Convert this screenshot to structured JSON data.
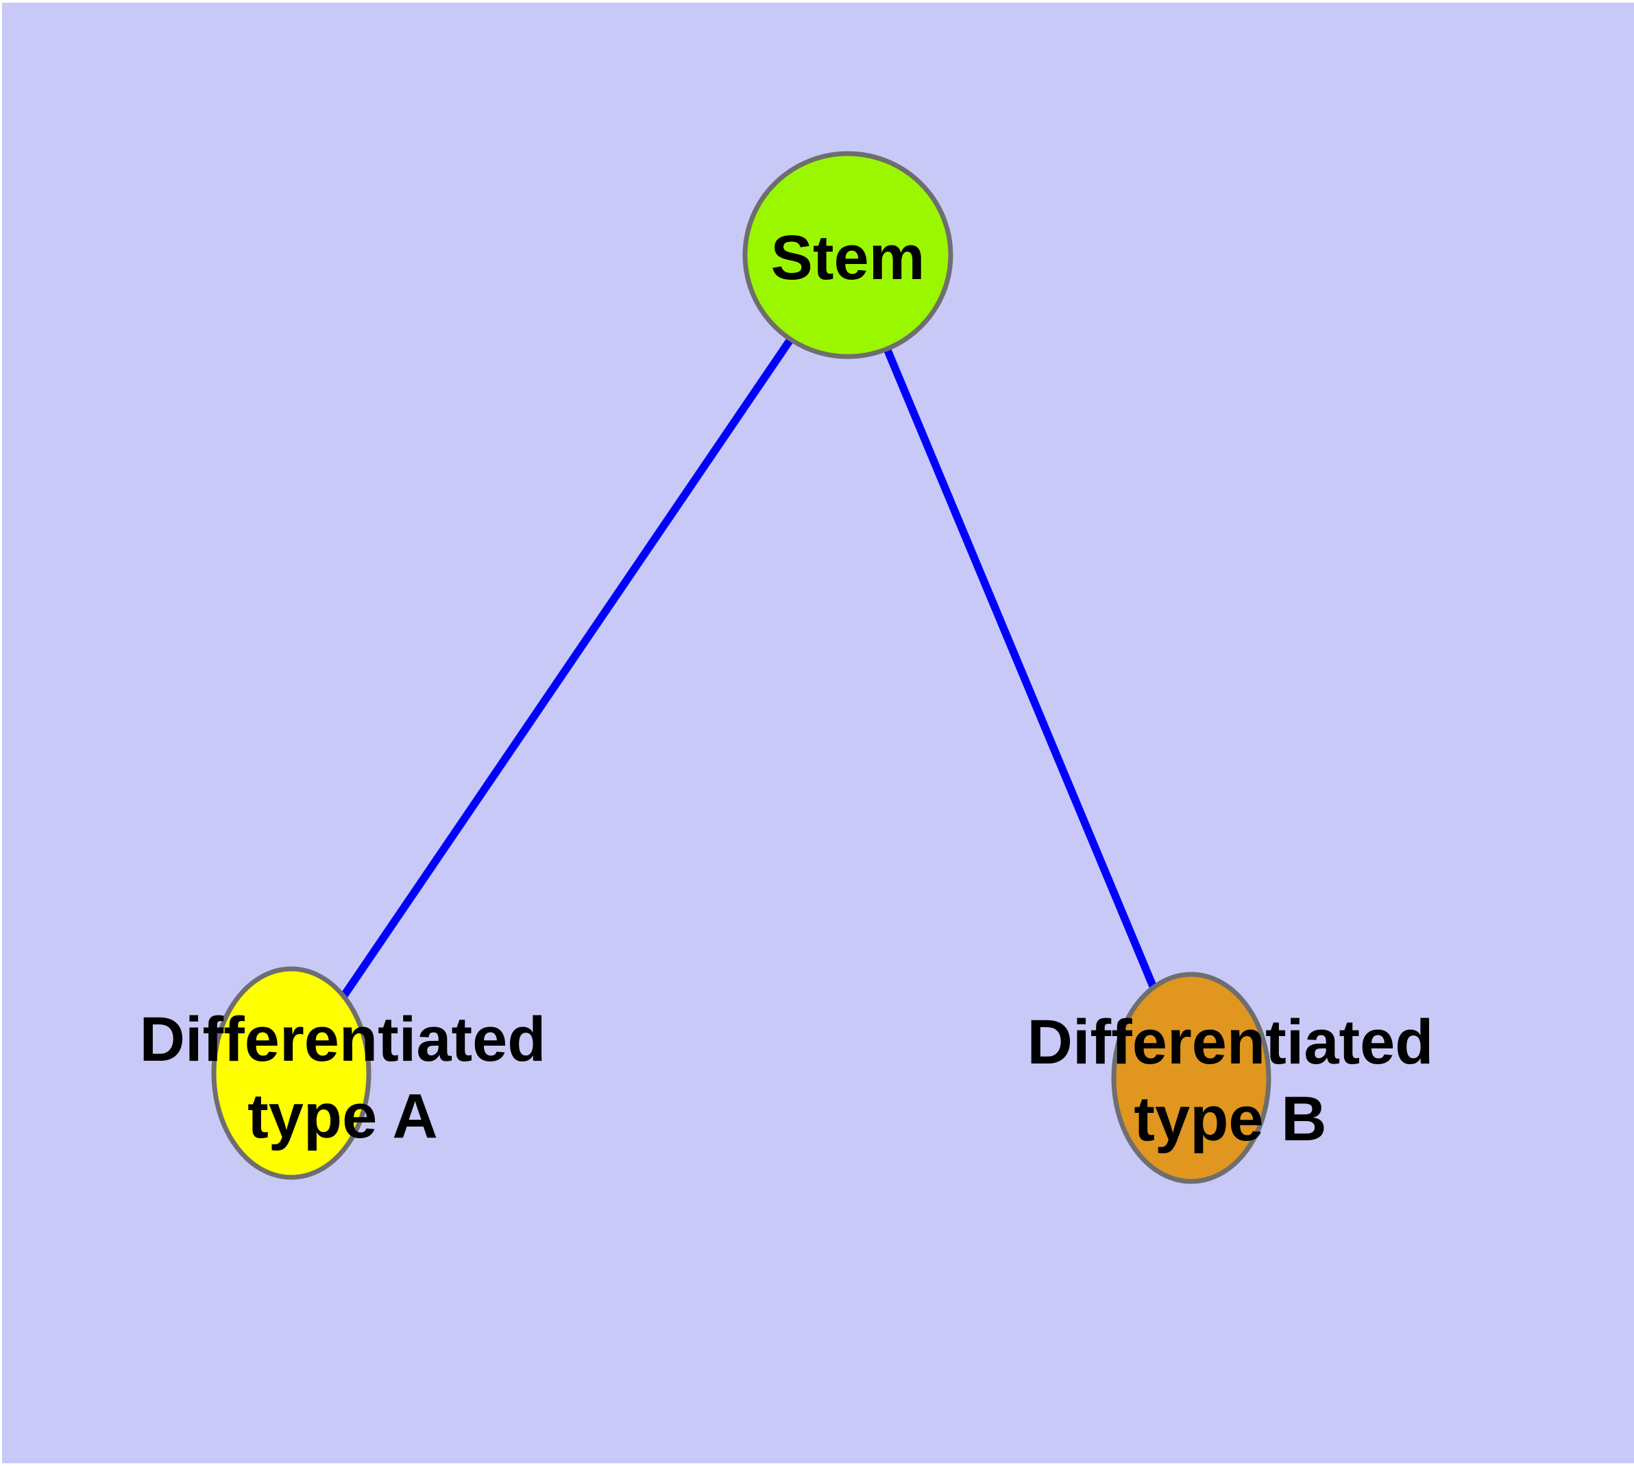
{
  "canvas": {
    "page_background": "#FFFFFF",
    "plot_background": "#C9C9F7"
  },
  "style": {
    "edge_color": "#0000FF",
    "node_border_color": "#6E6E6E",
    "label_color": "#000000"
  },
  "nodes": {
    "stem": {
      "label": "Stem",
      "fill": "#9BF700"
    },
    "type_a": {
      "label_line1": "Differentiated",
      "label_line2": "type A",
      "fill": "#FFFF00"
    },
    "type_b": {
      "label_line1": "Differentiated",
      "label_line2": "type B",
      "fill": "#E0961F"
    }
  },
  "edges": [
    {
      "from": "stem",
      "to": "type_a"
    },
    {
      "from": "stem",
      "to": "type_b"
    }
  ]
}
